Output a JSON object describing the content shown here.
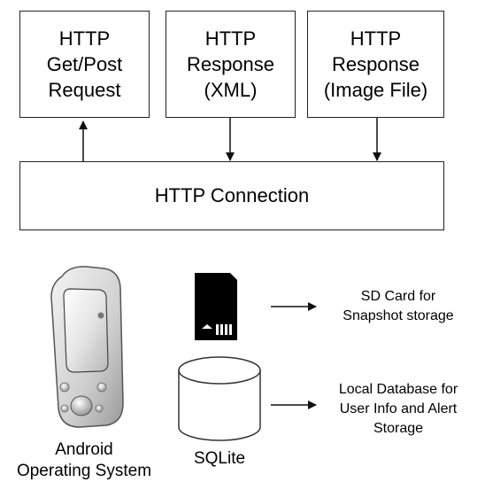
{
  "boxes": {
    "request": {
      "lines": [
        "HTTP",
        "Get/Post",
        "Request"
      ]
    },
    "xml": {
      "lines": [
        "HTTP",
        "Response",
        "(XML)"
      ]
    },
    "image": {
      "lines": [
        "HTTP",
        "Response",
        "(Image File)"
      ]
    },
    "connection": {
      "label": "HTTP Connection"
    }
  },
  "android": {
    "lines": [
      "Android",
      "Operating System"
    ]
  },
  "sqlite": {
    "label": "SQLite"
  },
  "sdcard": {
    "lines": [
      "SD Card for",
      "Snapshot storage"
    ]
  },
  "database": {
    "lines": [
      "Local Database for",
      "User Info and Alert",
      "Storage"
    ]
  }
}
